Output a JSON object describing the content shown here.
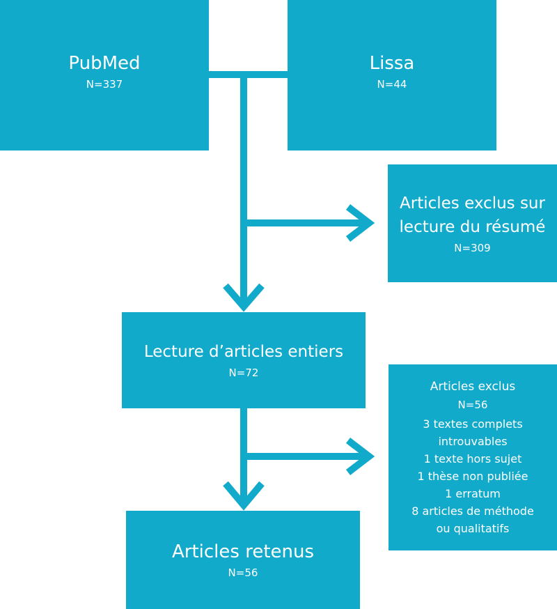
{
  "boxes": {
    "pubmed": {
      "title": "PubMed",
      "count": "N=337"
    },
    "lissa": {
      "title": "Lissa",
      "count": "N=44"
    },
    "excluded_abstract": {
      "title_line1": "Articles exclus sur",
      "title_line2": "lecture du résumé",
      "count": "N=309"
    },
    "full_text": {
      "title": "Lecture d’articles entiers",
      "count": "N=72"
    },
    "excluded_full": {
      "title": "Articles exclus",
      "count": "N=56",
      "reasons": [
        "3 textes complets",
        "introuvables",
        "1 texte hors sujet",
        "1 thèse non publiée",
        "1 erratum",
        "8 articles de méthode",
        "ou qualitatifs"
      ]
    },
    "retained": {
      "title": "Articles retenus",
      "count": "N=56"
    }
  },
  "colors": {
    "box": "#12aacb",
    "text": "#ffffff",
    "connector": "#12aacb"
  }
}
